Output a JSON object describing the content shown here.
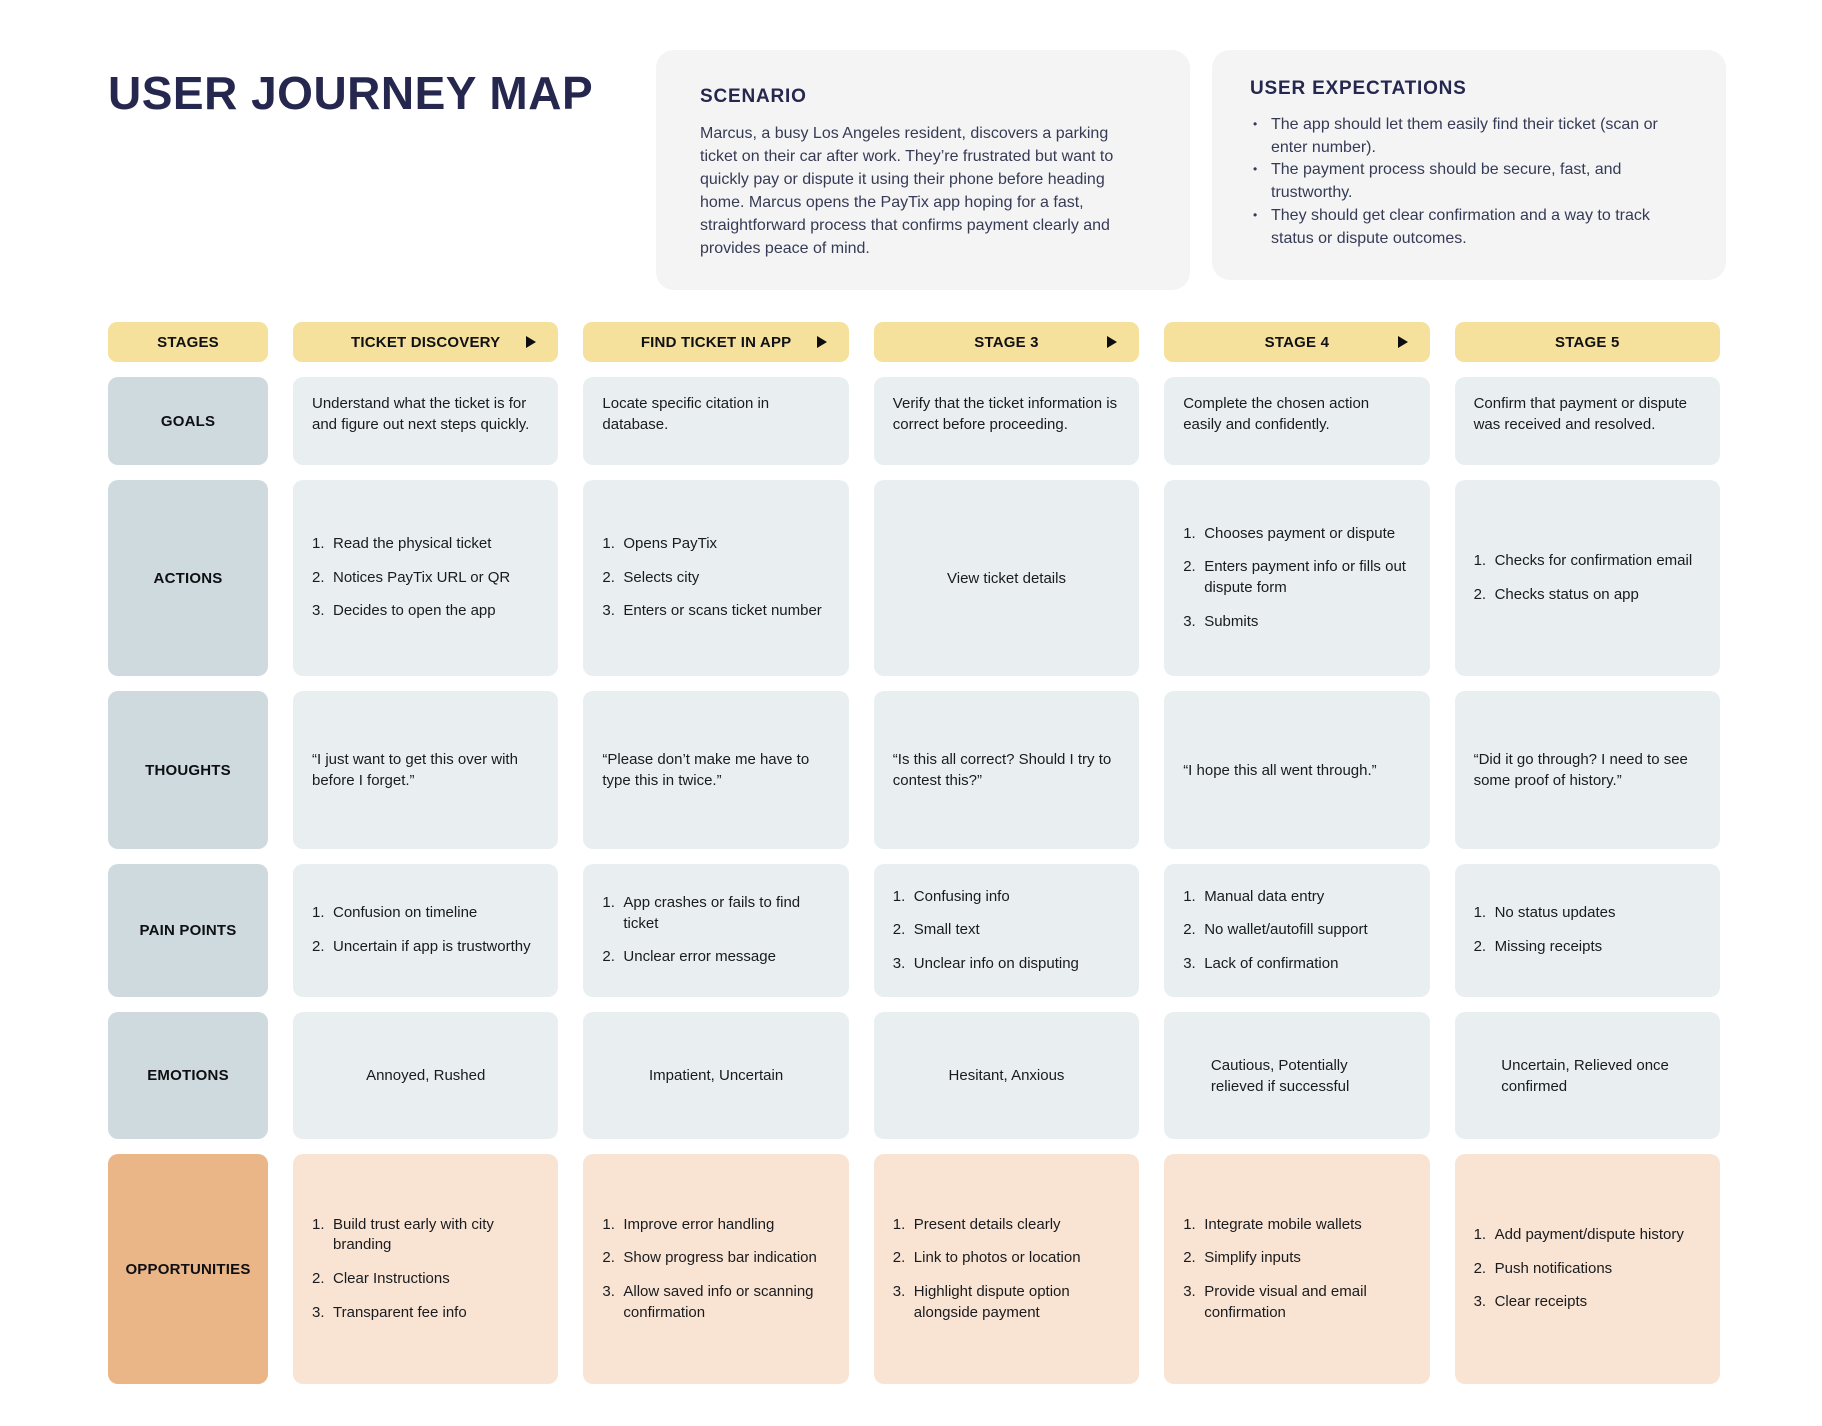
{
  "title": "USER JOURNEY MAP",
  "scenario": {
    "heading": "SCENARIO",
    "body": "Marcus, a busy Los Angeles resident, discovers a parking ticket on their car after work. They’re frustrated but want to quickly pay or dispute it using their phone before heading home. Marcus opens the PayTix app hoping for a fast, straightforward process that confirms payment clearly and provides peace of mind."
  },
  "expectations": {
    "heading": "USER EXPECTATIONS",
    "bullets": [
      "The app should let them easily find their ticket (scan or enter number).",
      "The payment process should be secure, fast, and trustworthy.",
      "They should get clear confirmation and a way to track status or dispute outcomes."
    ]
  },
  "stages_header": {
    "row_label": "STAGES",
    "stages": [
      {
        "label": "TICKET DISCOVERY",
        "arrow": true
      },
      {
        "label": "FIND TICKET IN APP",
        "arrow": true
      },
      {
        "label": "STAGE 3",
        "arrow": true
      },
      {
        "label": "STAGE 4",
        "arrow": true
      },
      {
        "label": "STAGE 5",
        "arrow": false
      }
    ]
  },
  "rows": [
    {
      "label": "GOALS",
      "cells": [
        {
          "text": "Understand what the ticket is for and figure out next steps quickly."
        },
        {
          "text": "Locate specific citation in database."
        },
        {
          "text": "Verify that the ticket information is correct before proceeding."
        },
        {
          "text": "Complete the chosen action easily and confidently."
        },
        {
          "text": "Confirm that payment or dispute was received and resolved."
        }
      ]
    },
    {
      "label": "ACTIONS",
      "cells": [
        {
          "list": [
            "Read the physical ticket",
            "Notices PayTix URL or QR",
            "Decides to open the app"
          ]
        },
        {
          "list": [
            "Opens PayTix",
            "Selects city",
            "Enters or scans ticket number"
          ]
        },
        {
          "text": "View ticket details"
        },
        {
          "list": [
            "Chooses payment or dispute",
            "Enters payment info or fills out dispute form",
            "Submits"
          ]
        },
        {
          "list": [
            "Checks for confirmation email",
            "Checks status on app"
          ]
        }
      ]
    },
    {
      "label": "THOUGHTS",
      "cells": [
        {
          "text": "“I just want to get this over with before I forget.”"
        },
        {
          "text": "“Please don’t make me have to type this in twice.”"
        },
        {
          "text": "“Is this all correct? Should I try to contest this?”"
        },
        {
          "text": "“I hope this all went through.”"
        },
        {
          "text": "“Did it go through? I need to see some proof of history.”"
        }
      ]
    },
    {
      "label": "PAIN POINTS",
      "cells": [
        {
          "list": [
            "Confusion on timeline",
            "Uncertain if app is trustworthy"
          ]
        },
        {
          "list": [
            "App crashes or fails to find ticket",
            "Unclear error message"
          ]
        },
        {
          "list": [
            "Confusing info",
            "Small text",
            "Unclear info on disputing"
          ]
        },
        {
          "list": [
            "Manual data entry",
            "No wallet/autofill support",
            "Lack of confirmation"
          ]
        },
        {
          "list": [
            "No status updates",
            "Missing receipts"
          ]
        }
      ]
    },
    {
      "label": "EMOTIONS",
      "cells": [
        {
          "text": "Annoyed, Rushed"
        },
        {
          "text": "Impatient, Uncertain"
        },
        {
          "text": "Hesitant, Anxious"
        },
        {
          "text": "Cautious, Potentially relieved if successful"
        },
        {
          "text": "Uncertain, Relieved once confirmed"
        }
      ]
    },
    {
      "label": "OPPORTUNITIES",
      "cells": [
        {
          "list": [
            "Build trust early with city branding",
            "Clear Instructions",
            "Transparent fee info"
          ]
        },
        {
          "list": [
            "Improve error handling",
            "Show progress bar indication",
            "Allow saved info or scanning confirmation"
          ]
        },
        {
          "list": [
            "Present details clearly",
            "Link to photos or location",
            "Highlight dispute option alongside payment"
          ]
        },
        {
          "list": [
            "Integrate mobile wallets",
            "Simplify inputs",
            "Provide visual and email confirmation"
          ]
        },
        {
          "list": [
            "Add payment/dispute history",
            "Push notifications",
            "Clear receipts"
          ]
        }
      ]
    }
  ],
  "colors": {
    "stage_pill": "#f5e19b",
    "row_label": "#cfdade",
    "cell": "#e9eff0",
    "opportunities_label": "#eab587",
    "opportunities_cell": "#f9e4d4",
    "card_background": "#f4f4f5",
    "title_text": "#26274f"
  }
}
